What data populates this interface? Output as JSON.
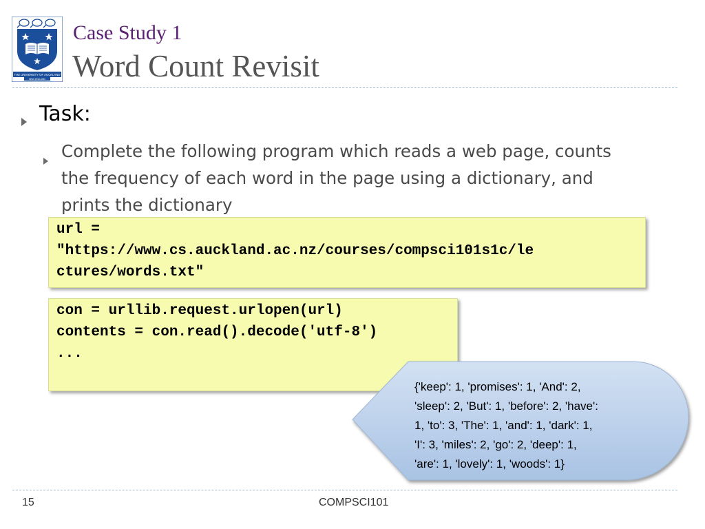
{
  "title": {
    "subtitle": "Case Study 1",
    "main": "Word Count Revisit"
  },
  "logo": {
    "text": "THE UNIVERSITY OF AUCKLAND",
    "subtext": "NEW ZEALAND"
  },
  "bullets": {
    "level1": "Task:",
    "level2": [
      "Complete the following program which reads a web page, counts",
      "the frequency of each word in the page using a dictionary, and",
      "prints the dictionary"
    ]
  },
  "code_box_1": [
    "url =",
    "\"https://www.cs.auckland.ac.nz/courses/compsci101s1c/le",
    "ctures/words.txt\""
  ],
  "code_box_2": [
    "con = urllib.request.urlopen(url)",
    "contents = con.read().decode('utf-8')",
    "..."
  ],
  "callout": [
    "{'keep': 1, 'promises': 1, 'And': 2,",
    "'sleep': 2, 'But': 1, 'before': 2, 'have':",
    "1, 'to': 3, 'The': 1, 'and': 1, 'dark': 1,",
    "'I': 3, 'miles': 2, 'go': 2, 'deep': 1,",
    "'are': 1, 'lovely': 1, 'woods': 1}"
  ],
  "footer": {
    "page_number": "15",
    "course": "COMPSCI101"
  },
  "colors": {
    "title_subtitle": "#5a2173",
    "title_main": "#555555",
    "code_background": "#f7fbb0",
    "callout_fill": "#b9cfea",
    "logo_blue": "#1b4f9c"
  }
}
